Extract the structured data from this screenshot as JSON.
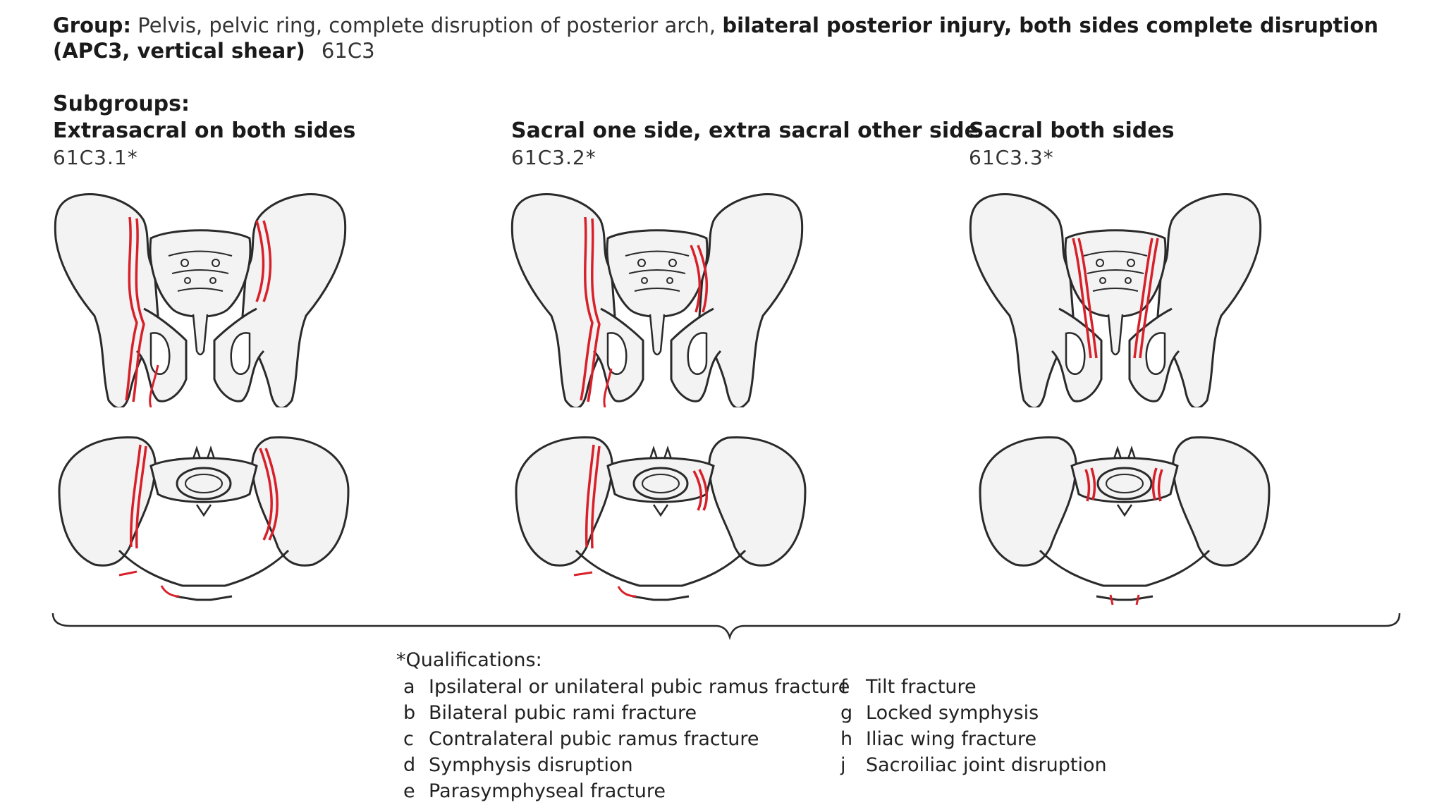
{
  "header": {
    "group_label": "Group:",
    "group_desc": "Pelvis, pelvic ring, complete disruption of posterior arch,",
    "group_bold": "bilateral posterior injury, both sides complete disruption",
    "group_bold2": "(APC3, vertical shear)",
    "group_code": "61C3"
  },
  "subgroups_label": "Subgroups:",
  "subgroups": [
    {
      "title": "Extrasacral on both sides",
      "code": "61C3.1*"
    },
    {
      "title": "Sacral one side, extra sacral other side",
      "code": "61C3.2*"
    },
    {
      "title": "Sacral both sides",
      "code": "61C3.3*"
    }
  ],
  "qualifications": {
    "title": "*Qualifications:",
    "left": [
      {
        "letter": "a",
        "text": "Ipsilateral or unilateral pubic ramus fracture"
      },
      {
        "letter": "b",
        "text": "Bilateral pubic rami fracture"
      },
      {
        "letter": "c",
        "text": "Contralateral pubic ramus fracture"
      },
      {
        "letter": "d",
        "text": "Symphysis disruption"
      },
      {
        "letter": "e",
        "text": "Parasymphyseal fracture"
      }
    ],
    "right": [
      {
        "letter": "f",
        "text": "Tilt fracture"
      },
      {
        "letter": "g",
        "text": "Locked symphysis"
      },
      {
        "letter": "h",
        "text": "Iliac wing fracture"
      },
      {
        "letter": "j",
        "text": "Sacroiliac joint disruption"
      }
    ]
  },
  "colors": {
    "fracture": "#d8202a",
    "outline": "#2a2a2a",
    "bone": "#f3f3f3"
  }
}
